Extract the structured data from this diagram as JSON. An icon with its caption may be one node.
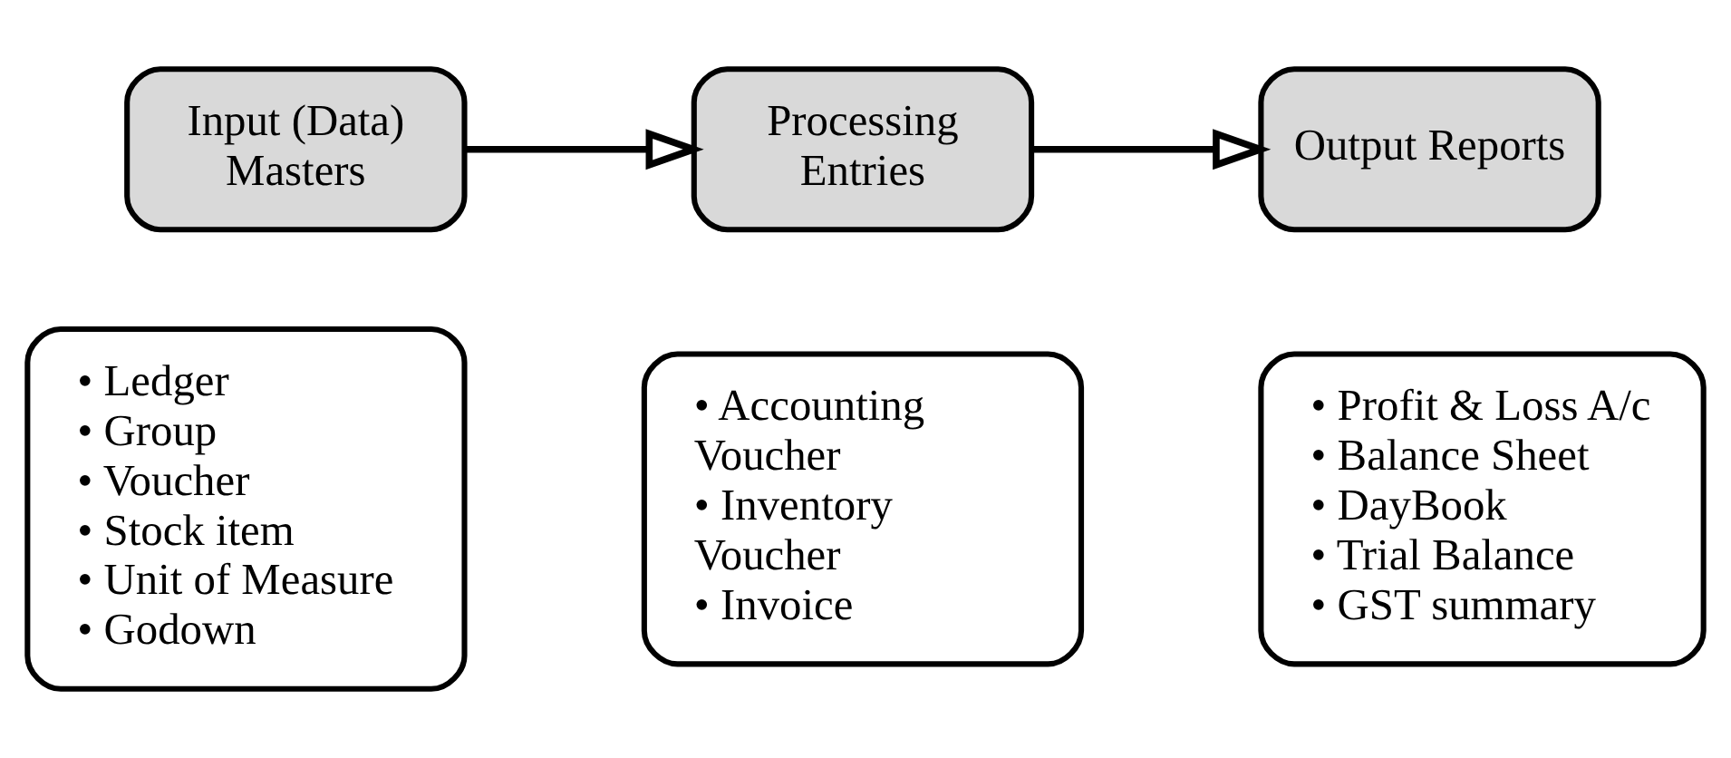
{
  "diagram": {
    "nodes": [
      {
        "text": [
          "Input (Data) Masters"
        ]
      },
      {
        "text": [
          "Processing Entries"
        ]
      },
      {
        "text": [
          "Output Reports"
        ]
      },
      {
        "text": [
          "• Ledger",
          "• Group",
          "• Voucher",
          "• Stock item",
          "• Unit of Measure",
          "• Godown"
        ]
      },
      {
        "text": [
          "• Accounting Voucher",
          "• Inventory Voucher",
          "• Invoice"
        ]
      },
      {
        "text": [
          "• Profit & Loss A/c",
          "• Balance Sheet",
          "• DayBook",
          "• Trial Balance",
          "• GST summary"
        ]
      }
    ],
    "edges": [
      {
        "from": 0,
        "to": 1,
        "arrow": "to"
      },
      {
        "from": 1,
        "to": 2,
        "arrow": "to"
      }
    ]
  }
}
